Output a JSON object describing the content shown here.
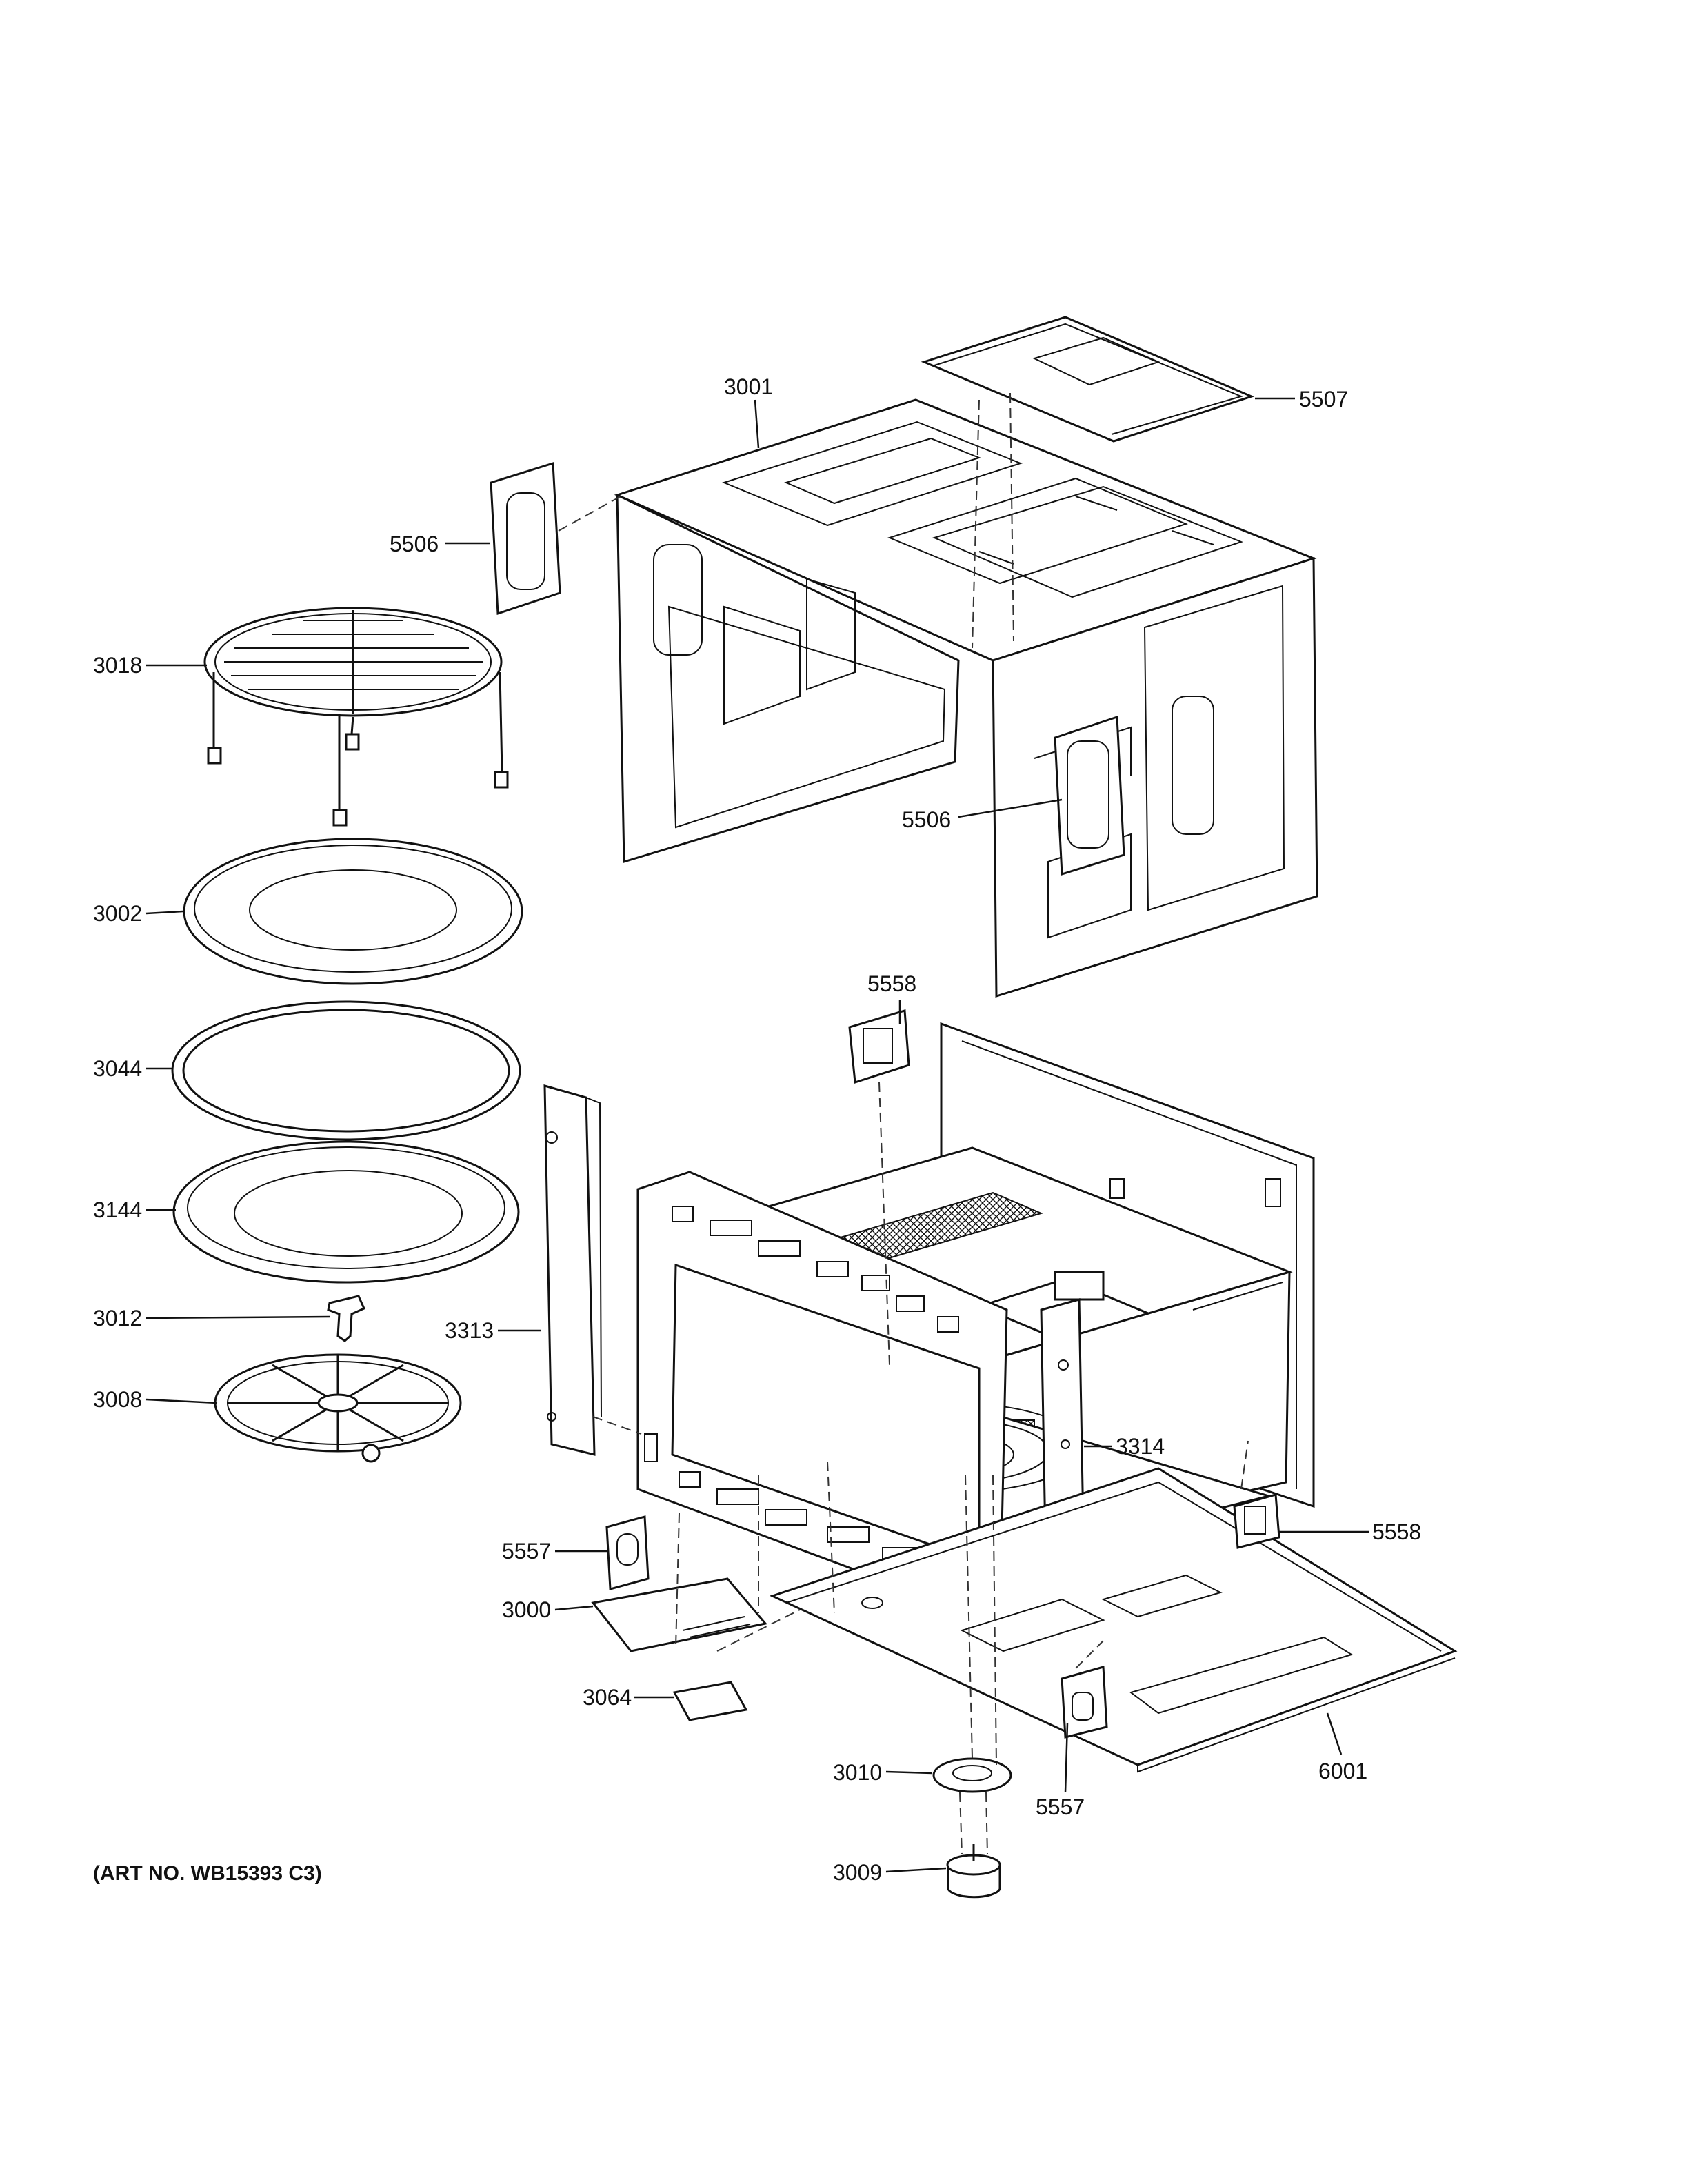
{
  "art_note": "(ART NO. WB15393 C3)",
  "labels": {
    "p3001": "3001",
    "p5507": "5507",
    "p5506a": "5506",
    "p5506b": "5506",
    "p3018": "3018",
    "p3002": "3002",
    "p3044": "3044",
    "p3144": "3144",
    "p3012": "3012",
    "p3008": "3008",
    "p3313": "3313",
    "p3314": "3314",
    "p5558a": "5558",
    "p5558b": "5558",
    "p5557a": "5557",
    "p5557b": "5557",
    "p3000": "3000",
    "p3064": "3064",
    "p3010": "3010",
    "p3009": "3009",
    "p6001": "6001"
  }
}
